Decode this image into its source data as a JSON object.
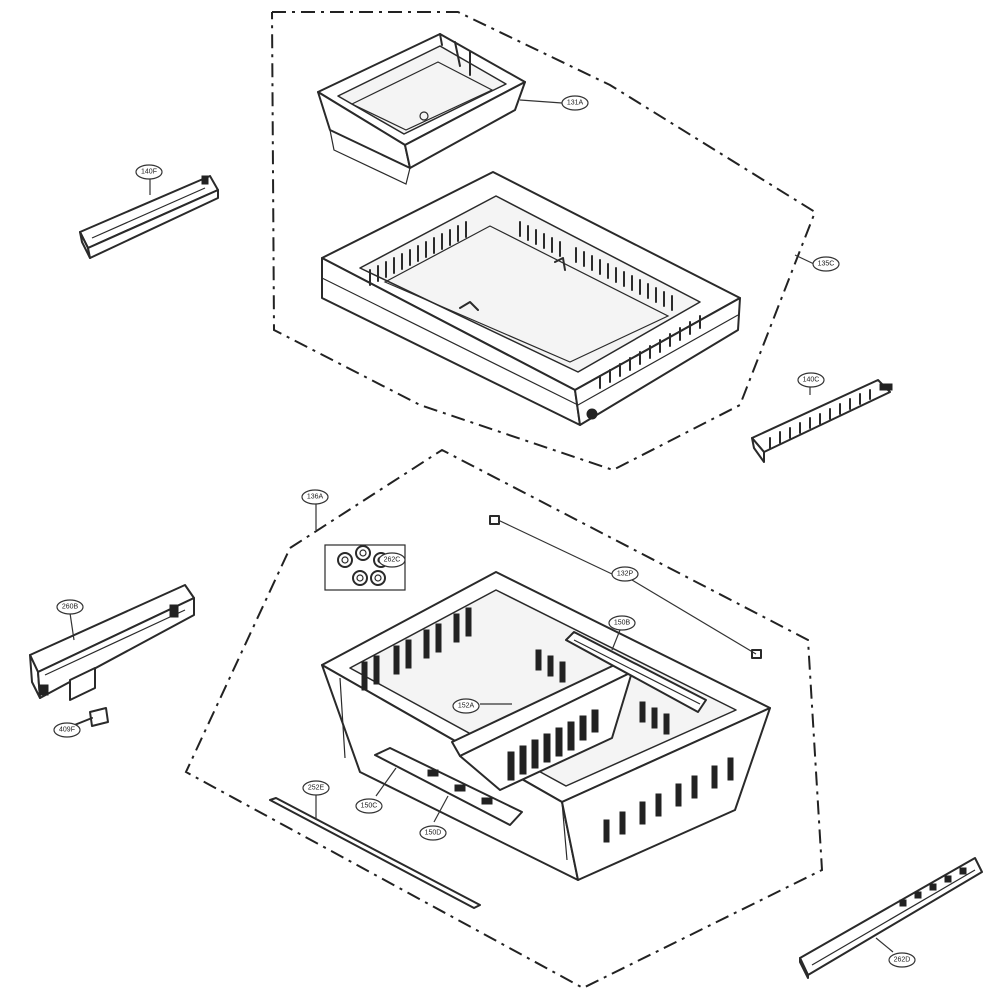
{
  "callouts": {
    "c131A": "131A",
    "c135C": "135C",
    "c140F": "140F",
    "c140C": "140C",
    "c136A": "136A",
    "c260B": "260B",
    "c132P": "132P",
    "c150B": "150B",
    "c152A": "152A",
    "c262C": "262C",
    "c409F": "409F",
    "c252E": "252E",
    "c150C": "150C",
    "c150D": "150D",
    "c262D": "262D"
  }
}
